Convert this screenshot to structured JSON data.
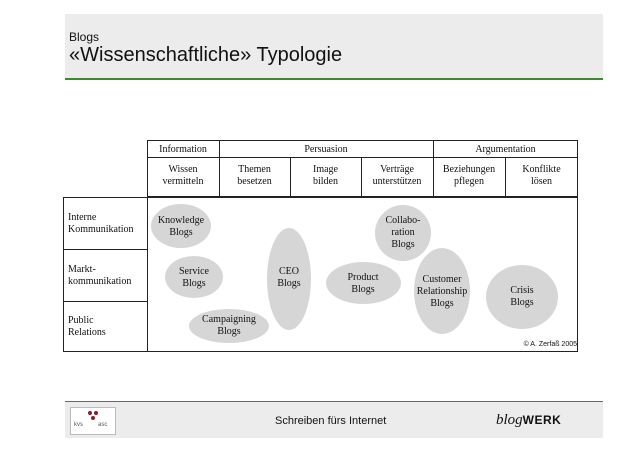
{
  "slide": {
    "kicker": "Blogs",
    "title": "«Wissenschaftliche» Typologie"
  },
  "diagram": {
    "column_groups": [
      {
        "label": "Information"
      },
      {
        "label": "Persuasion"
      },
      {
        "label": "Argumentation"
      }
    ],
    "columns": [
      {
        "line1": "Wissen",
        "line2": "vermitteln"
      },
      {
        "line1": "Themen",
        "line2": "besetzen"
      },
      {
        "line1": "Image",
        "line2": "bilden"
      },
      {
        "line1": "Verträge",
        "line2": "unterstützen"
      },
      {
        "line1": "Beziehungen",
        "line2": "pflegen"
      },
      {
        "line1": "Konflikte",
        "line2": "lösen"
      }
    ],
    "rows": [
      {
        "line1": "Interne",
        "line2": "Kommunikation"
      },
      {
        "line1": "Markt-",
        "line2": "kommunikation"
      },
      {
        "line1": "Public",
        "line2": "Relations"
      }
    ],
    "blog_types": [
      {
        "lines": [
          "Knowledge",
          "Blogs"
        ]
      },
      {
        "lines": [
          "Service",
          "Blogs"
        ]
      },
      {
        "lines": [
          "Campaigning",
          "Blogs"
        ]
      },
      {
        "lines": [
          "CEO",
          "Blogs"
        ]
      },
      {
        "lines": [
          "Product",
          "Blogs"
        ]
      },
      {
        "lines": [
          "Collabo-",
          "ration",
          "Blogs"
        ]
      },
      {
        "lines": [
          "Customer",
          "Relationship",
          "Blogs"
        ]
      },
      {
        "lines": [
          "Crisis",
          "Blogs"
        ]
      }
    ],
    "credit": "© A. Zerfaß 2005"
  },
  "footer": {
    "text": "Schreiben fürs Internet",
    "logo_left": {
      "line": "kvs",
      "line_b": "asc",
      "color": "#8a1e2a"
    },
    "logo_right": {
      "part_a": "blog",
      "part_b": "WERK"
    }
  },
  "colors": {
    "accent_rule": "#3d8a2e",
    "band": "#ececec",
    "blob": "#d6d6d6"
  }
}
